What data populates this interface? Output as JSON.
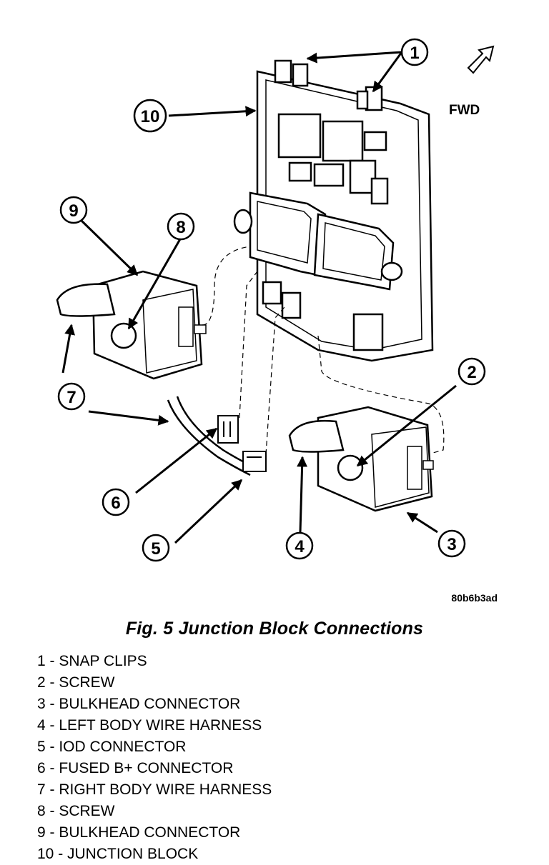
{
  "figure": {
    "fwd_label": "FWD",
    "image_code": "80b6b3ad",
    "callouts": [
      "1",
      "2",
      "3",
      "4",
      "5",
      "6",
      "7",
      "8",
      "9",
      "10"
    ]
  },
  "caption": "Fig. 5 Junction Block Connections",
  "legend": [
    "1 - SNAP CLIPS",
    "2 - SCREW",
    "3 - BULKHEAD CONNECTOR",
    "4 - LEFT BODY WIRE HARNESS",
    "5 - IOD CONNECTOR",
    "6 - FUSED B+ CONNECTOR",
    "7 - RIGHT BODY WIRE HARNESS",
    "8 - SCREW",
    "9 - BULKHEAD CONNECTOR",
    "10 - JUNCTION BLOCK"
  ]
}
